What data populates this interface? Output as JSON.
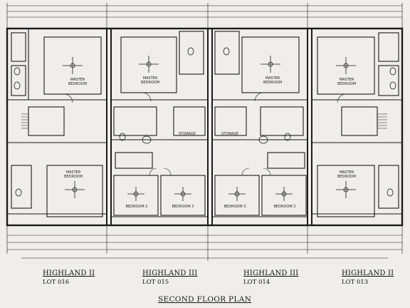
{
  "sheet": {
    "title": "SECOND FLOOR PLAN"
  },
  "units": [
    {
      "name": "HIGHLAND II",
      "lot": "LOT 016",
      "rooms": [
        "MASTER BEDROOM",
        "MASTER BEDROOM"
      ]
    },
    {
      "name": "HIGHLAND III",
      "lot": "LOT 015",
      "rooms": [
        "MASTER BEDROOM",
        "BEDROOM 2",
        "BEDROOM 3"
      ]
    },
    {
      "name": "HIGHLAND III",
      "lot": "LOT 014",
      "rooms": [
        "MASTER BEDROOM",
        "BEDROOM 3",
        "BEDROOM 2"
      ]
    },
    {
      "name": "HIGHLAND II",
      "lot": "LOT 013",
      "rooms": [
        "MASTER BEDROOM",
        "MASTER BEDROOM"
      ]
    }
  ],
  "labels": {
    "storage": "STORAGE",
    "bedroom2": "BEDROOM 2",
    "bedroom3": "BEDROOM 3",
    "master": "MASTER BEDROOM"
  },
  "colors": {
    "paper": "#efeeea",
    "ink": "#1a1a1a"
  }
}
